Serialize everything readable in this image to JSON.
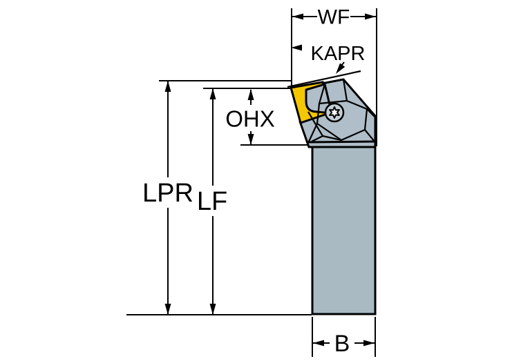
{
  "diagram": {
    "type": "technical-dimension-drawing",
    "subject": "turning-tool-holder-side-view",
    "labels": {
      "wf": "WF",
      "kapr": "KAPR",
      "ohx": "OHX",
      "lpr": "LPR",
      "lf": "LF",
      "b": "B"
    },
    "colors": {
      "background": "#ffffff",
      "line": "#000000",
      "insert_yellow": "#f3c702",
      "shank_gray": "#a9bac3",
      "head_gray": "#afbec8",
      "screw_gray": "#c3ced6"
    }
  }
}
